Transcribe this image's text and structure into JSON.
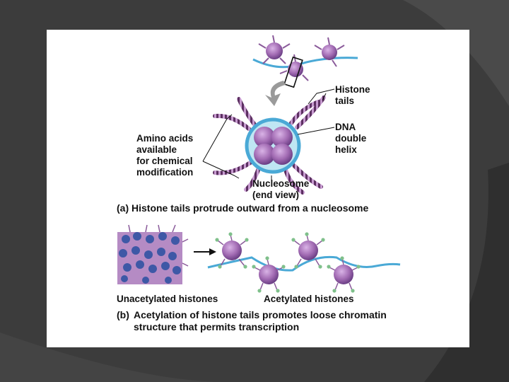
{
  "figure": {
    "panel_a": {
      "label_histone_tails": "Histone\ntails",
      "label_dna": "DNA\ndouble\nhelix",
      "label_amino_acids": "Amino acids\navailable\nfor chemical\nmodification",
      "label_nucleosome": "Nucleosome\n(end view)",
      "caption": "(a) Histone tails protrude outward from a nucleosome"
    },
    "panel_b": {
      "label_unacetylated": "Unacetylated histones",
      "label_acetylated": "Acetylated histones",
      "caption_marker": "(b)",
      "caption": "Acetylation of histone tails promotes loose chromatin\nstructure that permits transcription"
    }
  },
  "colors": {
    "background": "#3c3c3c",
    "slide": "#ffffff",
    "histone": "#a26bb3",
    "histone_dark": "#6b3f85",
    "dna": "#4aa9d6",
    "dna_light": "#bfe6f3",
    "tail_stripe": "#5c2f61",
    "acetyl": "#7fc08b",
    "unacetylated_blue": "#3e58a6"
  }
}
